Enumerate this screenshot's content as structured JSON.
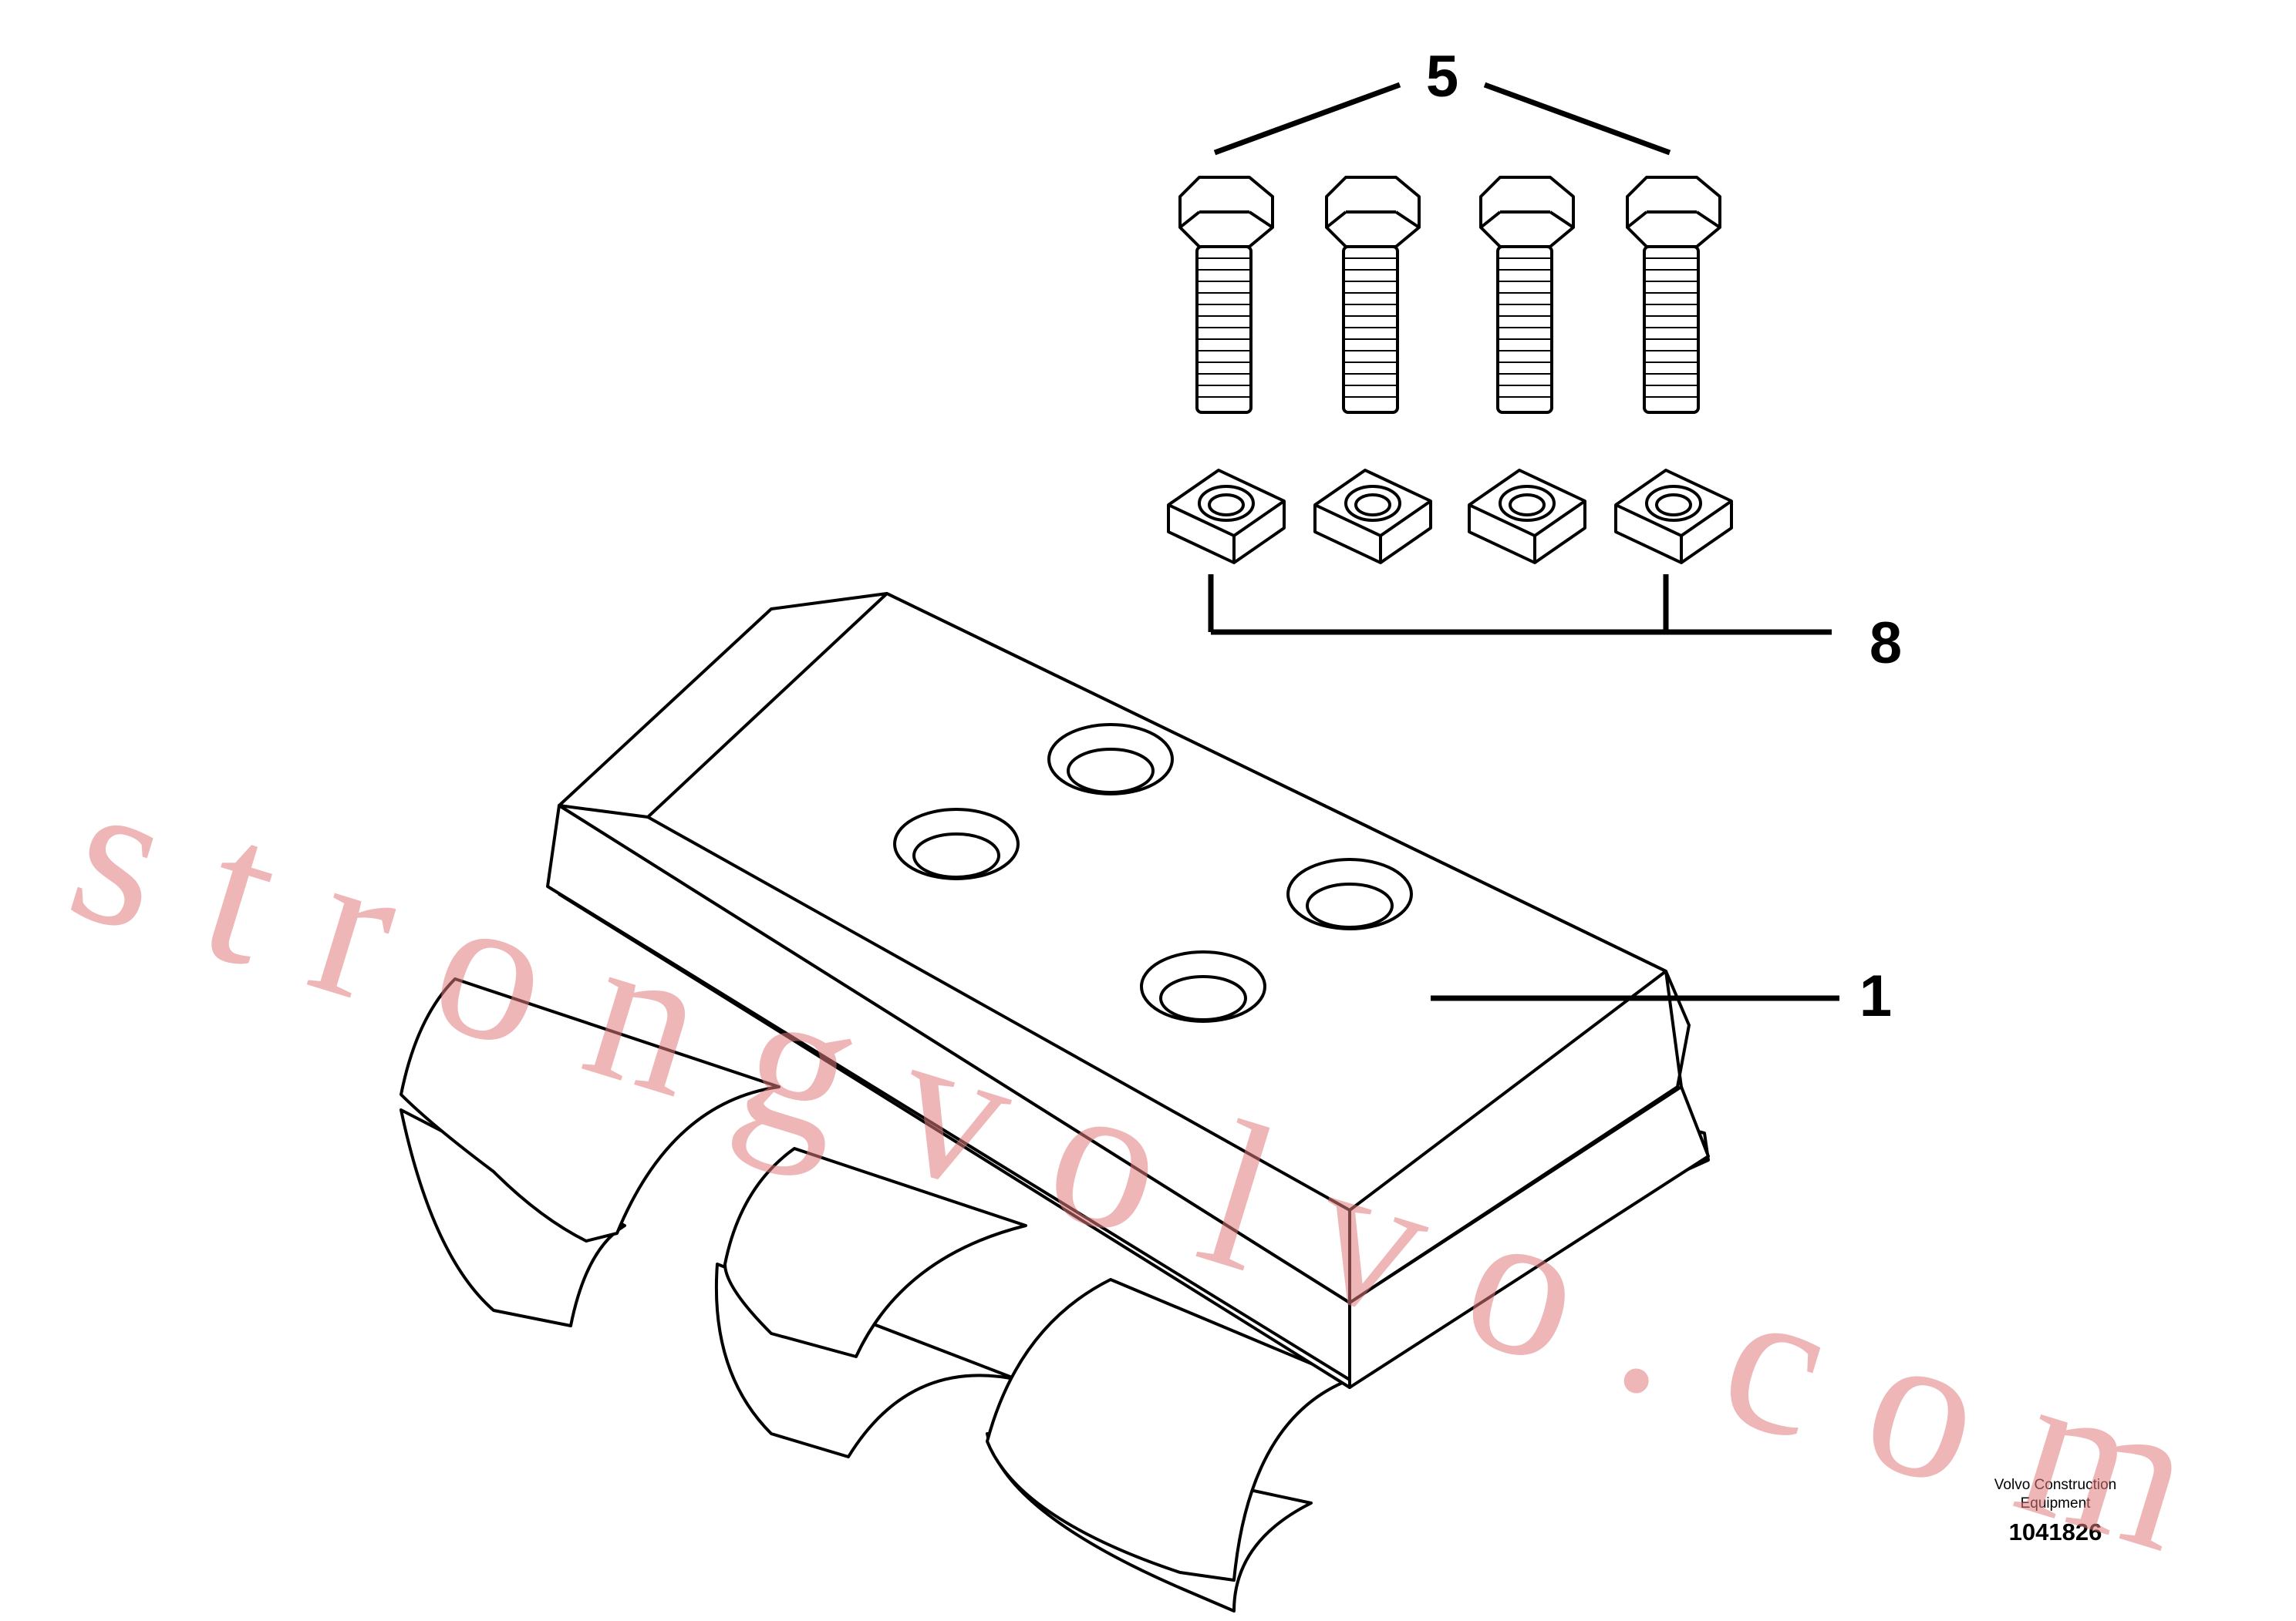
{
  "diagram": {
    "callouts": [
      {
        "id": "callout-5",
        "label": "5"
      },
      {
        "id": "callout-8",
        "label": "8"
      },
      {
        "id": "callout-1",
        "label": "1"
      }
    ],
    "credit_line1": "Volvo Construction",
    "credit_line2": "Equipment",
    "doc_number": "1041826",
    "watermark": "strongvolvo.com",
    "colors": {
      "line": "#000000",
      "watermark": "#e07a7a",
      "background": "#ffffff"
    }
  }
}
